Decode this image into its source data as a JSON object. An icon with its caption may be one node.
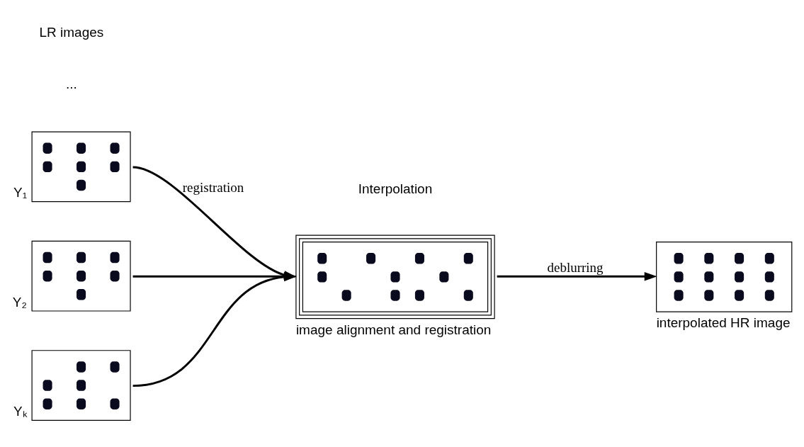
{
  "diagram": {
    "nodes": [
      {
        "text": [],
        "shape": "picture",
        "beside": [
          "Y₁"
        ]
      },
      {
        "text": [],
        "shape": "picture",
        "beside": [
          "Y₂"
        ]
      },
      {
        "text": [],
        "shape": "picture",
        "beside": [
          "Yₖ"
        ]
      },
      {
        "text": [],
        "shape": "picture",
        "beside": [
          "image alignment and registration"
        ]
      },
      {
        "text": [],
        "shape": "picture",
        "beside": [
          "interpolated HR image"
        ]
      }
    ],
    "edges": [
      {
        "from": 0,
        "to": 3,
        "arrow": "to",
        "label": "registration"
      },
      {
        "from": 1,
        "to": 3,
        "arrow": "to"
      },
      {
        "from": 2,
        "to": 3,
        "arrow": "to"
      },
      {
        "from": 3,
        "to": 4,
        "arrow": "to",
        "label": "deblurring"
      }
    ],
    "labels": [
      "Interpolation",
      "...",
      "LR images"
    ]
  }
}
